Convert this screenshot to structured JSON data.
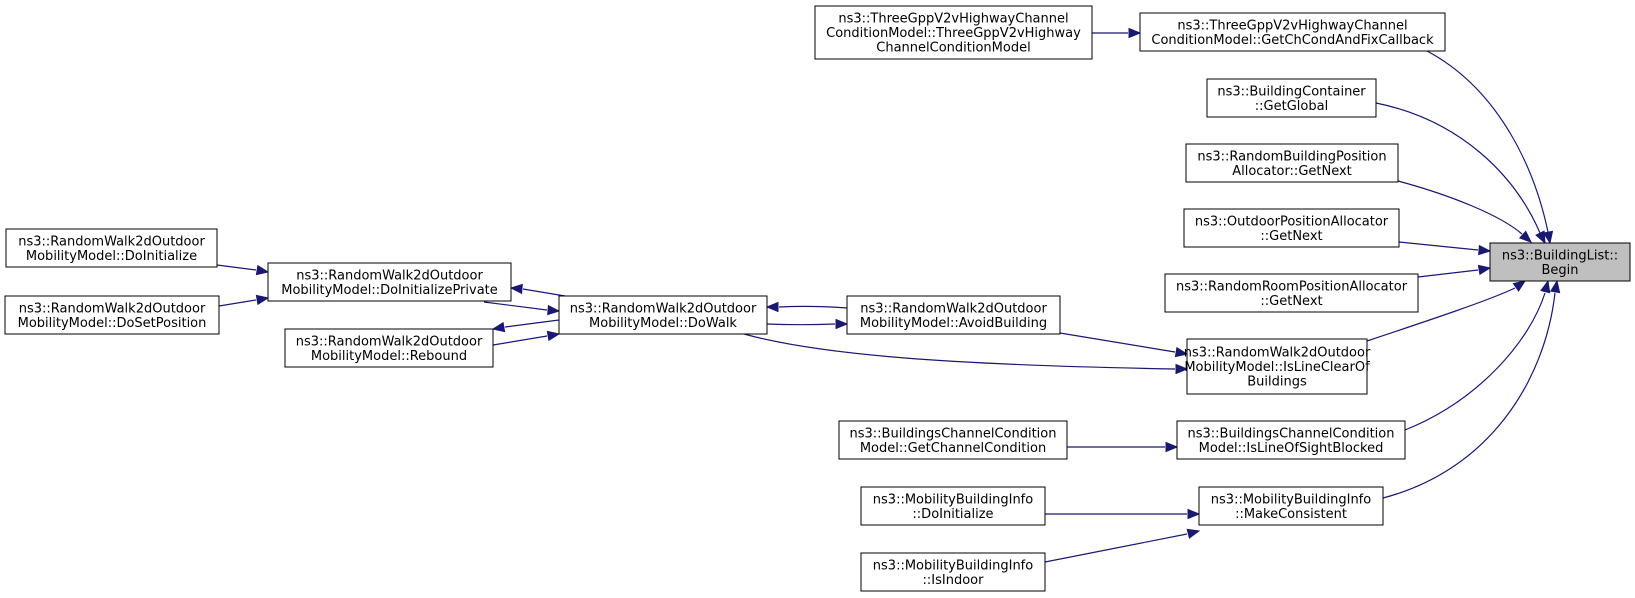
{
  "graph": {
    "type": "doxygen-caller-graph",
    "colors": {
      "edge": "#191970",
      "focus_fill": "#bfbfbf",
      "node_border": "#000000"
    },
    "nodes": [
      {
        "id": "begin",
        "lines": [
          "ns3::BuildingList::",
          "Begin"
        ],
        "focus": true
      },
      {
        "id": "v2v_getchcond",
        "lines": [
          "ns3::ThreeGppV2vHighwayChannel",
          "ConditionModel::GetChCondAndFixCallback"
        ]
      },
      {
        "id": "v2v_ctor",
        "lines": [
          "ns3::ThreeGppV2vHighwayChannel",
          "ConditionModel::ThreeGppV2vHighway",
          "ChannelConditionModel"
        ]
      },
      {
        "id": "bc_getglobal",
        "lines": [
          "ns3::BuildingContainer",
          "::GetGlobal"
        ]
      },
      {
        "id": "rbpa_getnext",
        "lines": [
          "ns3::RandomBuildingPosition",
          "Allocator::GetNext"
        ]
      },
      {
        "id": "opa_getnext",
        "lines": [
          "ns3::OutdoorPositionAllocator",
          "::GetNext"
        ]
      },
      {
        "id": "rrpa_getnext",
        "lines": [
          "ns3::RandomRoomPositionAllocator",
          "::GetNext"
        ]
      },
      {
        "id": "rw_islineclear",
        "lines": [
          "ns3::RandomWalk2dOutdoor",
          "MobilityModel::IsLineClearOf",
          "Buildings"
        ]
      },
      {
        "id": "rw_avoid",
        "lines": [
          "ns3::RandomWalk2dOutdoor",
          "MobilityModel::AvoidBuilding"
        ]
      },
      {
        "id": "rw_dowalk",
        "lines": [
          "ns3::RandomWalk2dOutdoor",
          "MobilityModel::DoWalk"
        ]
      },
      {
        "id": "rw_doinitpriv",
        "lines": [
          "ns3::RandomWalk2dOutdoor",
          "MobilityModel::DoInitializePrivate"
        ]
      },
      {
        "id": "rw_rebound",
        "lines": [
          "ns3::RandomWalk2dOutdoor",
          "MobilityModel::Rebound"
        ]
      },
      {
        "id": "rw_doinit",
        "lines": [
          "ns3::RandomWalk2dOutdoor",
          "MobilityModel::DoInitialize"
        ]
      },
      {
        "id": "rw_dosetpos",
        "lines": [
          "ns3::RandomWalk2dOutdoor",
          "MobilityModel::DoSetPosition"
        ]
      },
      {
        "id": "bcc_islos",
        "lines": [
          "ns3::BuildingsChannelCondition",
          "Model::IsLineOfSightBlocked"
        ]
      },
      {
        "id": "bcc_getcc",
        "lines": [
          "ns3::BuildingsChannelCondition",
          "Model::GetChannelCondition"
        ]
      },
      {
        "id": "mbi_makecons",
        "lines": [
          "ns3::MobilityBuildingInfo",
          "::MakeConsistent"
        ]
      },
      {
        "id": "mbi_doinit",
        "lines": [
          "ns3::MobilityBuildingInfo",
          "::DoInitialize"
        ]
      },
      {
        "id": "mbi_isindoor",
        "lines": [
          "ns3::MobilityBuildingInfo",
          "::IsIndoor"
        ]
      }
    ],
    "edges": [
      {
        "from": "v2v_getchcond",
        "to": "begin"
      },
      {
        "from": "v2v_ctor",
        "to": "v2v_getchcond"
      },
      {
        "from": "bc_getglobal",
        "to": "begin"
      },
      {
        "from": "rbpa_getnext",
        "to": "begin"
      },
      {
        "from": "opa_getnext",
        "to": "begin"
      },
      {
        "from": "rrpa_getnext",
        "to": "begin"
      },
      {
        "from": "rw_islineclear",
        "to": "begin"
      },
      {
        "from": "rw_avoid",
        "to": "rw_islineclear"
      },
      {
        "from": "rw_dowalk",
        "to": "rw_islineclear"
      },
      {
        "from": "rw_dowalk",
        "to": "rw_avoid"
      },
      {
        "from": "rw_avoid",
        "to": "rw_dowalk"
      },
      {
        "from": "rw_doinitpriv",
        "to": "rw_dowalk"
      },
      {
        "from": "rw_dowalk",
        "to": "rw_doinitpriv"
      },
      {
        "from": "rw_rebound",
        "to": "rw_dowalk"
      },
      {
        "from": "rw_dowalk",
        "to": "rw_rebound"
      },
      {
        "from": "rw_doinit",
        "to": "rw_doinitpriv"
      },
      {
        "from": "rw_dosetpos",
        "to": "rw_doinitpriv"
      },
      {
        "from": "bcc_islos",
        "to": "begin"
      },
      {
        "from": "bcc_getcc",
        "to": "bcc_islos"
      },
      {
        "from": "mbi_makecons",
        "to": "begin"
      },
      {
        "from": "mbi_doinit",
        "to": "mbi_makecons"
      },
      {
        "from": "mbi_isindoor",
        "to": "mbi_makecons"
      }
    ]
  }
}
